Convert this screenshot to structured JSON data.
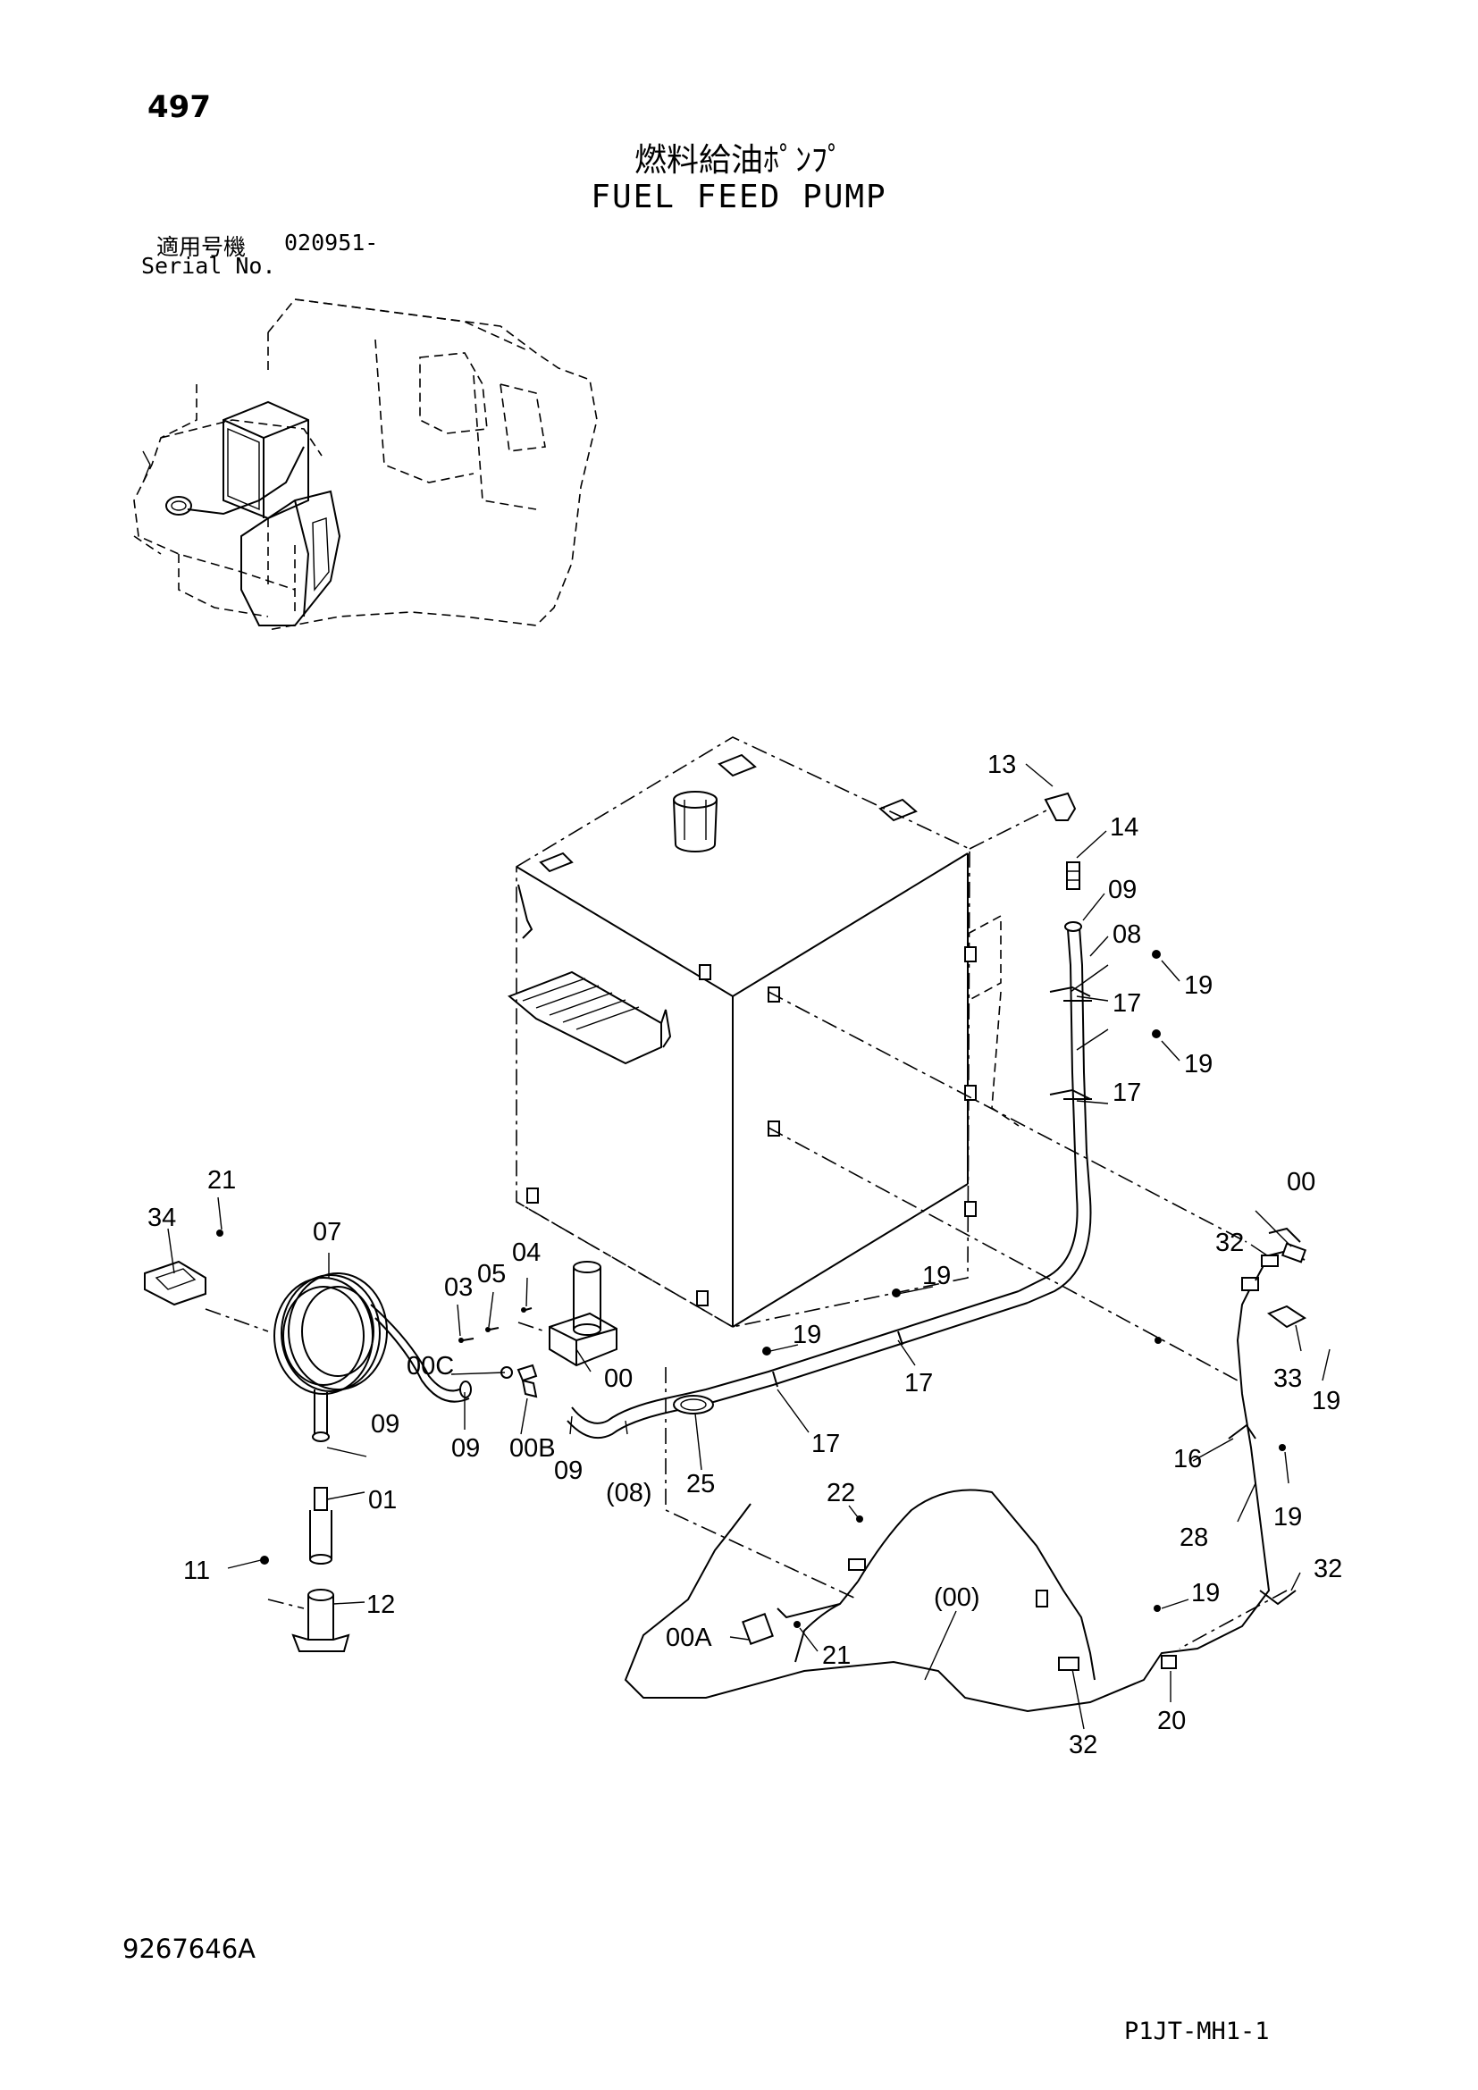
{
  "page_number": "497",
  "title_jp": "燃料給油ﾎﾟﾝﾌﾟ",
  "title_en": "FUEL FEED PUMP",
  "serial": {
    "label_jp": "適用号機",
    "value": "020951-",
    "label_en": "Serial No."
  },
  "callouts": {
    "c13": "13",
    "c14": "14",
    "c09a": "09",
    "c08a": "08",
    "c19a": "19",
    "c17a": "17",
    "c19b": "19",
    "c17b": "17",
    "c00a": "00",
    "c32a": "32",
    "c21a": "21",
    "c34": "34",
    "c07": "07",
    "c04": "04",
    "c05": "05",
    "c03": "03",
    "c19c": "19",
    "c19d": "19",
    "c00C": "00C",
    "c00b": "00",
    "c17c": "17",
    "c33": "33",
    "c19e": "19",
    "c09b": "09",
    "c09c": "09",
    "c00B": "00B",
    "c09d": "09",
    "c08p": "(08)",
    "c25": "25",
    "c17d": "17",
    "c16": "16",
    "c19f": "19",
    "c01": "01",
    "c22": "22",
    "c28": "28",
    "c11": "11",
    "c12": "12",
    "c32b": "32",
    "c00p": "(00)",
    "c19g": "19",
    "c00A": "00A",
    "c21b": "21",
    "c32c": "32",
    "c20": "20"
  },
  "doc_number": "9267646A",
  "sheet_code": "P1JT-MH1-1"
}
